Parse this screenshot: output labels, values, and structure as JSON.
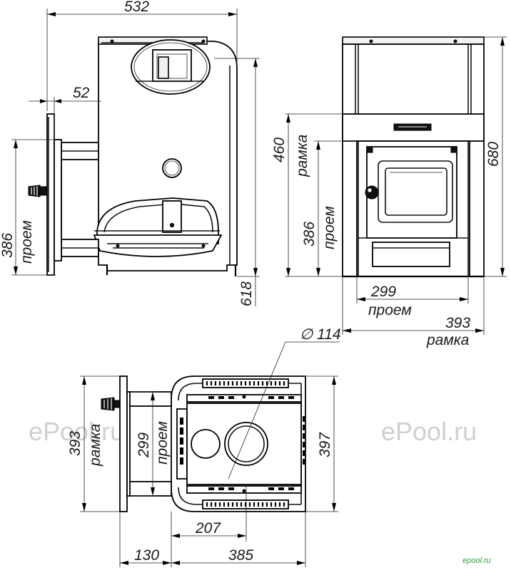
{
  "watermarks": {
    "main": "ePool.ru",
    "corner": "epool.ru"
  },
  "side_view": {
    "dim_total_depth": "532",
    "dim_flange": "52",
    "dim_opening_height": "386",
    "dim_opening_label": "проем",
    "dim_total_height": "618"
  },
  "front_view": {
    "dim_frame_height": "460",
    "dim_frame_label": "рамка",
    "dim_opening_height": "386",
    "dim_opening_label": "проем",
    "dim_total_height": "680",
    "dim_opening_width": "299",
    "dim_opening_width_label": "проем",
    "dim_frame_width": "393",
    "dim_frame_width_label": "рамка"
  },
  "top_view": {
    "dim_pipe_diameter": "∅ 114",
    "dim_frame_width": "393",
    "dim_frame_label": "рамка",
    "dim_opening_width": "299",
    "dim_opening_label": "проем",
    "dim_body_width": "397",
    "dim_pipe_offset": "207",
    "dim_tunnel_length": "130",
    "dim_body_length": "385"
  },
  "colors": {
    "line": "#000000",
    "dimension": "#1a1a1a",
    "watermark": "#d0d0d0",
    "corner_mark": "#2aa03a"
  }
}
